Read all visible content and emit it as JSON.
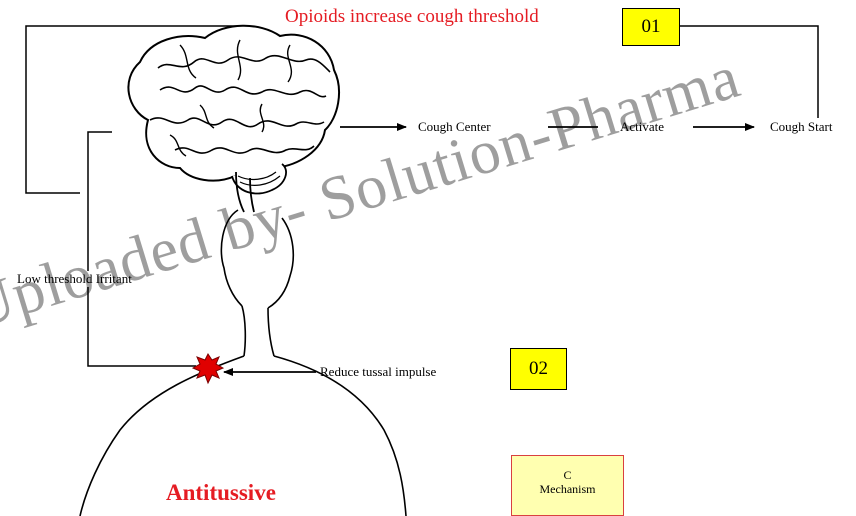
{
  "title": "Opioids increase cough threshold",
  "box_01": "01",
  "box_02": "02",
  "cough_center": "Cough Center",
  "activate": "Activate",
  "cough_start": "Cough Start",
  "low_threshold": "Low threshold Irritant",
  "reduce_impulse": "Reduce tussal impulse",
  "antitussive": "Antitussive",
  "box_c": {
    "line1": "C",
    "line2": "Mechanism"
  },
  "watermark": "Uploaded by- Solution-Pharma",
  "colors": {
    "title_red": "#e51c23",
    "box_yellow": "#ffff00",
    "box_c_fill": "#ffffb0",
    "irritant_red": "#e00000"
  }
}
